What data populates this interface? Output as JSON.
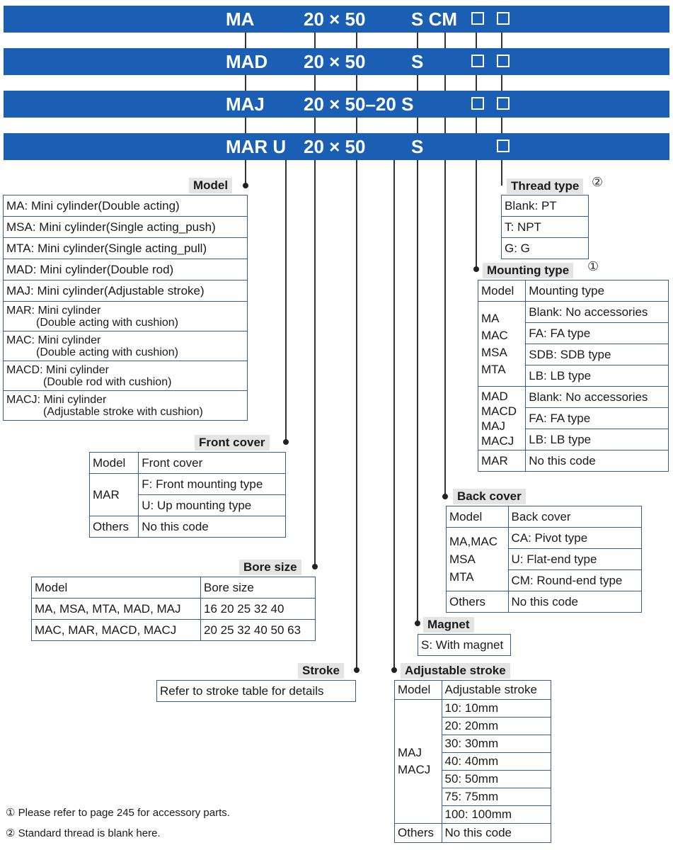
{
  "header_rows": [
    {
      "model": "MA",
      "size": "20 × 50",
      "suffix": "S CM"
    },
    {
      "model": "MAD",
      "size": "20 × 50",
      "suffix": "S"
    },
    {
      "model": "MAJ",
      "size": "20 × 50–20 S",
      "suffix": ""
    },
    {
      "model": "MAR U",
      "size": "20 × 50",
      "suffix": "S"
    }
  ],
  "model": {
    "title": "Model",
    "items": [
      "MA: Mini cylinder(Double acting)",
      "MSA: Mini cylinder(Single acting_push)",
      "MTA: Mini cylinder(Single acting_pull)",
      "MAD: Mini cylinder(Double rod)",
      "MAJ: Mini cylinder(Adjustable stroke)"
    ],
    "items2": [
      {
        "l1": "MAR: Mini cylinder",
        "l2": "(Double acting with cushion)"
      },
      {
        "l1": "MAC: Mini cylinder",
        "l2": "(Double acting with cushion)"
      },
      {
        "l1": "MACD: Mini cylinder",
        "l2": "(Double rod with cushion)"
      },
      {
        "l1": "MACJ: Mini cylinder",
        "l2": "(Adjustable stroke with cushion)"
      }
    ]
  },
  "thread_type": {
    "title": "Thread type",
    "note": "②",
    "items": [
      "Blank: PT",
      "T: NPT",
      "G: G"
    ]
  },
  "mounting_type": {
    "title": "Mounting type",
    "note": "①",
    "h_model": "Model",
    "h_value": "Mounting type",
    "group1_models": [
      "MA",
      "MAC",
      "MSA",
      "MTA"
    ],
    "group1_values": [
      "Blank: No accessories",
      "FA: FA type",
      "SDB: SDB type",
      "LB: LB type"
    ],
    "group2_models": [
      "MAD",
      "MACD",
      "MAJ",
      "MACJ"
    ],
    "group2_values": [
      "Blank: No accessories",
      "FA: FA type",
      "LB: LB type"
    ],
    "last_model": "MAR",
    "last_value": "No this code"
  },
  "front_cover": {
    "title": "Front cover",
    "h_model": "Model",
    "h_value": "Front cover",
    "model": "MAR",
    "values": [
      "F: Front mounting type",
      "U: Up mounting type"
    ],
    "others": "Others",
    "others_value": "No this code"
  },
  "back_cover": {
    "title": "Back cover",
    "h_model": "Model",
    "h_value": "Back cover",
    "models": [
      "MA,MAC",
      "MSA",
      "MTA"
    ],
    "values": [
      "CA: Pivot type",
      "U: Flat-end type",
      "CM: Round-end type"
    ],
    "others": "Others",
    "others_value": "No this code"
  },
  "bore_size": {
    "title": "Bore size",
    "h_model": "Model",
    "h_value": "Bore size",
    "rows": [
      {
        "model": "MA, MSA, MTA, MAD, MAJ",
        "value": "16 20 25 32 40"
      },
      {
        "model": "MAC, MAR, MACD, MACJ",
        "value": "20 25 32 40 50 63"
      }
    ]
  },
  "magnet": {
    "title": "Magnet",
    "value": "S: With magnet"
  },
  "stroke": {
    "title": "Stroke",
    "value": "Refer to stroke table for details"
  },
  "adjustable_stroke": {
    "title": "Adjustable stroke",
    "h_model": "Model",
    "h_value": "Adjustable stroke",
    "models": [
      "MAJ",
      "MACJ"
    ],
    "values": [
      "10: 10mm",
      "20: 20mm",
      "30: 30mm",
      "40: 40mm",
      "50: 50mm",
      "75: 75mm",
      "100: 100mm"
    ],
    "others": "Others",
    "others_value": "No this code"
  },
  "notes": [
    "① Please refer to page 245 for accessory parts.",
    "② Standard thread is blank here."
  ],
  "colors": {
    "bar": "#1a5fb4",
    "border": "#34608d",
    "label_bg": "#e4e4e4"
  }
}
